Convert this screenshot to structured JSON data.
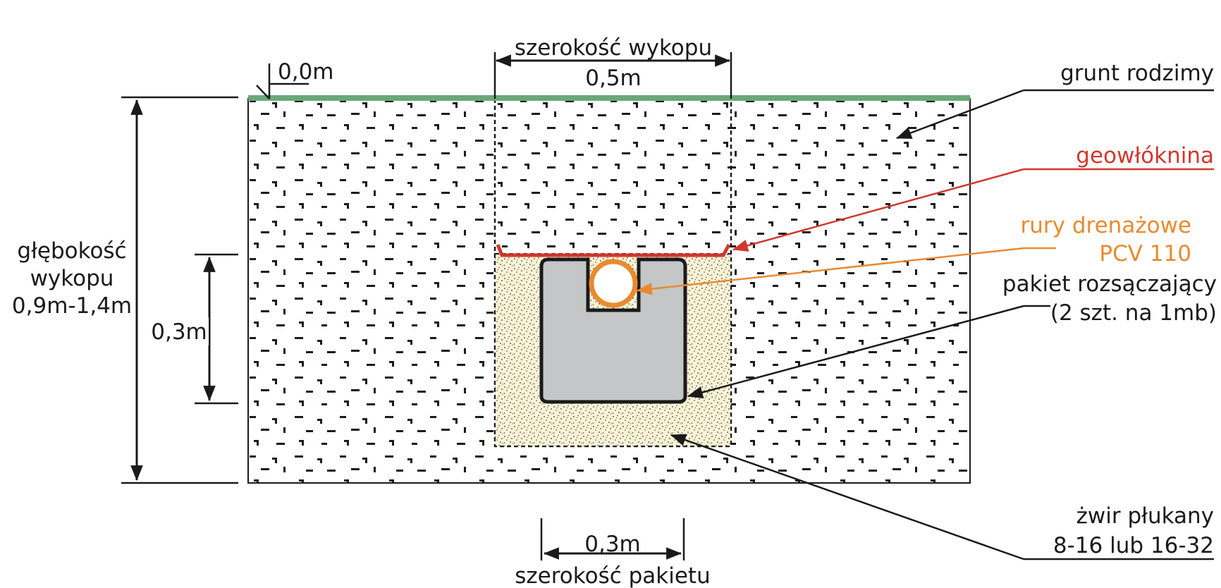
{
  "colors": {
    "ground_line": "#6aa879",
    "geotextile": "#d1382c",
    "pipe": "#e98a2e",
    "gravel_fill": "#fbf3d6",
    "package_fill": "#c4c6c7",
    "ink": "#1a1a1a"
  },
  "labels": {
    "trench_width_title": "szerokość wykopu",
    "trench_width_value": "0,5m",
    "surface_level": "0,0m",
    "depth_line1": "głębokość",
    "depth_line2": "wykopu",
    "depth_line3": "0,9m-1,4m",
    "package_height": "0,3m",
    "package_width_value": "0,3m",
    "package_width_title": "szerokość pakietu",
    "native_soil": "grunt rodzimy",
    "geotextile": "geowłóknina",
    "pipe_line1": "rury drenażowe",
    "pipe_line2": "PCV 110",
    "package_line1": "pakiet rozsączający",
    "package_line2": "(2 szt. na 1mb)",
    "gravel_line1": "żwir płukany",
    "gravel_line2": "8-16 lub 16-32"
  }
}
